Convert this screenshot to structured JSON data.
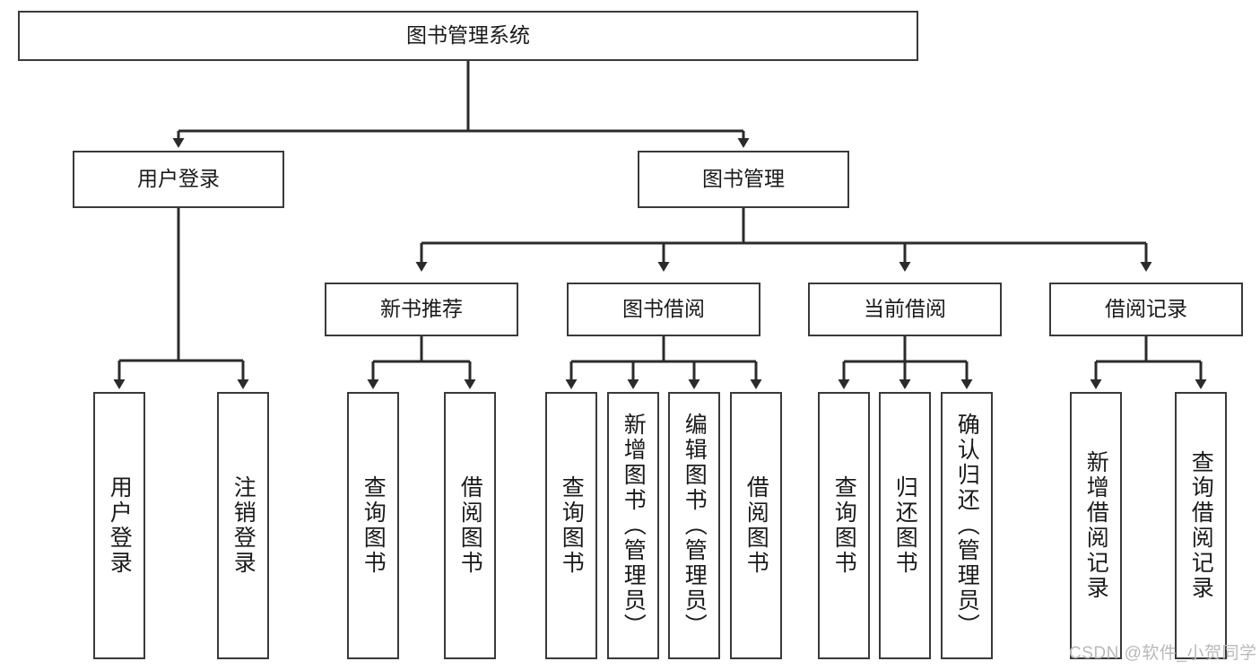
{
  "diagram": {
    "title": "图书管理系统",
    "type": "tree-hierarchy-chart",
    "orientation": "top-down",
    "colors": {
      "box_border": "#3a3a3a",
      "box_fill": "#ffffff",
      "connector": "#2b2b2b",
      "text": "#1a1a1a",
      "watermark": "#b9b9b9",
      "background": "#ffffff"
    }
  },
  "nodes": {
    "root": {
      "label": "图书管理系统"
    },
    "level2": [
      {
        "label": "用户登录"
      },
      {
        "label": "图书管理"
      }
    ],
    "level3": [
      {
        "label": "新书推荐"
      },
      {
        "label": "图书借阅"
      },
      {
        "label": "当前借阅"
      },
      {
        "label": "借阅记录"
      }
    ],
    "leaves": {
      "user_login": [
        {
          "label": "用户登录"
        },
        {
          "label": "注销登录"
        }
      ],
      "new_book_recommend": [
        {
          "label": "查询图书"
        },
        {
          "label": "借阅图书"
        }
      ],
      "book_borrow": [
        {
          "label": "查询图书"
        },
        {
          "label": "新增图书（管理员）"
        },
        {
          "label": "编辑图书（管理员）"
        },
        {
          "label": "借阅图书"
        }
      ],
      "current_borrow": [
        {
          "label": "查询图书"
        },
        {
          "label": "归还图书"
        },
        {
          "label": "确认归还（管理员）"
        }
      ],
      "borrow_record": [
        {
          "label": "新增借阅记录"
        },
        {
          "label": "查询借阅记录"
        }
      ]
    }
  },
  "watermark": {
    "text": "CSDN @软件_小贺同学"
  }
}
